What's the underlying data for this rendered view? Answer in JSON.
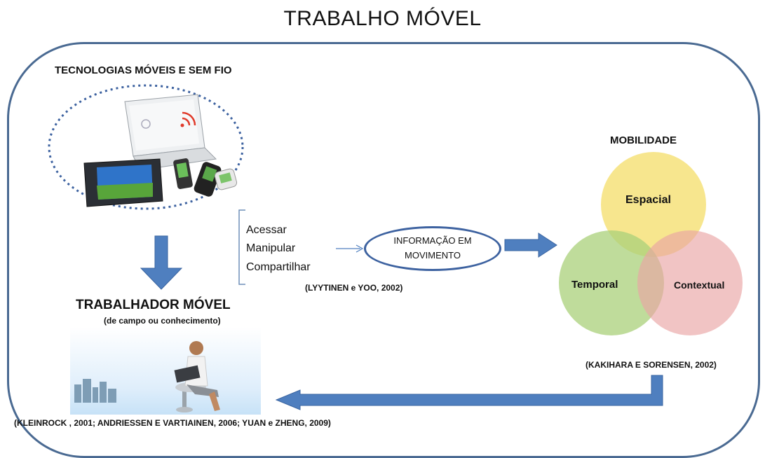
{
  "title": "TRABALHO MÓVEL",
  "tech": {
    "heading": "TECNOLOGIAS MÓVEIS E SEM FIO"
  },
  "actions": [
    "Acessar",
    "Manipular",
    "Compartilhar"
  ],
  "info": {
    "line1": "INFORMAÇÃO EM",
    "line2": "MOVIMENTO",
    "citation": "(LYYTINEN e YOO, 2002)"
  },
  "mobility": {
    "heading": "MOBILIDADE",
    "circles": [
      "Espacial",
      "Temporal",
      "Contextual"
    ],
    "citation": "(KAKIHARA E SORENSEN, 2002)"
  },
  "worker": {
    "heading": "TRABALHADOR MÓVEL",
    "subheading": "(de campo ou conhecimento)",
    "citation": "(KLEINROCK , 2001; ANDRIESSEN E VARTIAINEN, 2006; YUAN e ZHENG, 2009)"
  },
  "colors": {
    "frame": "#4a6a92",
    "arrow": "#4f7fbf",
    "espacial": "#f6e27a",
    "temporal": "#a9d07a",
    "contextual": "#e9a4a4"
  }
}
